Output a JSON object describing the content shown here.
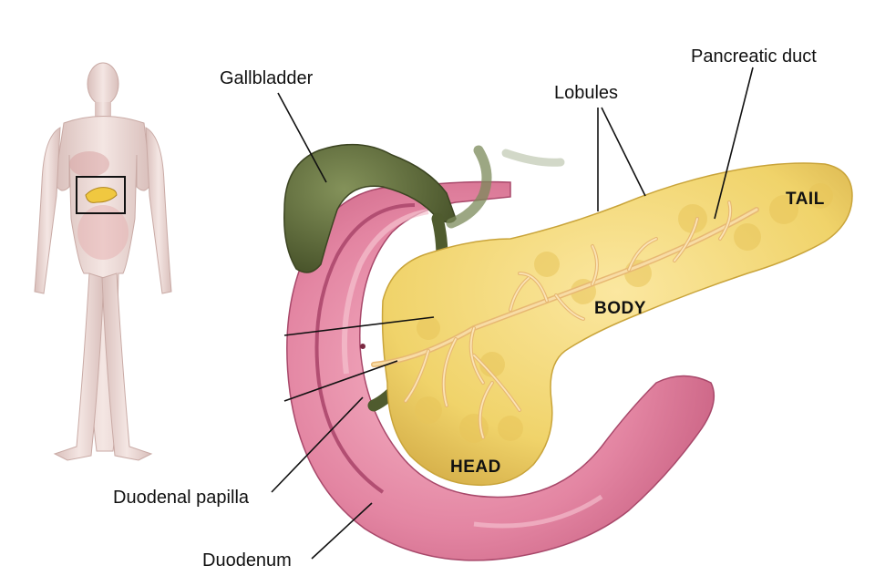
{
  "labels": {
    "gallbladder": "Gallbladder",
    "lobules": "Lobules",
    "pancreatic_duct": "Pancreatic duct",
    "duodenal_papilla": "Duodenal papilla",
    "duodenum": "Duodenum"
  },
  "regions": {
    "tail": "TAIL",
    "body": "BODY",
    "head": "HEAD"
  },
  "colors": {
    "pancreas": "#f0d36a",
    "pancreas_edge": "#c9a43a",
    "duct": "#f3c98a",
    "duodenum": "#d9708f",
    "duodenum_inner": "#f0a3b8",
    "gallbladder": "#5e6b3a",
    "body_figure": "#e9d3cf"
  },
  "icons": {
    "inset": "human-figure-icon",
    "inset_highlight": "pancreas-location-box-icon"
  }
}
